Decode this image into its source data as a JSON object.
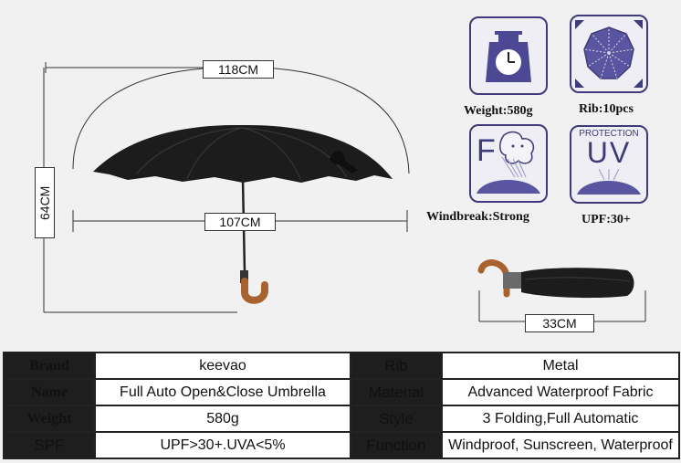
{
  "dimensions": {
    "arc_width": "118CM",
    "height": "64CM",
    "canopy_width": "107CM",
    "folded_length": "33CM"
  },
  "icons": [
    {
      "name": "weight-scale-icon",
      "label": "Weight:580g"
    },
    {
      "name": "rib-umbrella-icon",
      "label": "Rib:10pcs"
    },
    {
      "name": "windbreak-icon",
      "label": "Windbreak:Strong"
    },
    {
      "name": "uv-protection-icon",
      "label": "UPF:30+",
      "badge_top": "PROTECTION",
      "badge_main": "UV"
    }
  ],
  "specs": [
    {
      "label1": "Brand",
      "value1": "keevao",
      "label2": "Rib",
      "value2": "Metal"
    },
    {
      "label1": "Name",
      "value1": "Full Auto Open&Close Umbrella",
      "label2": "Material",
      "value2": "Advanced Waterproof Fabric"
    },
    {
      "label1": "Weight",
      "value1": "580g",
      "label2": "Style",
      "value2": "3 Folding,Full Automatic"
    },
    {
      "label1": "SPF",
      "value1": "UPF>30+.UVA<5%",
      "label2": "Function",
      "value2": "Windproof, Sunscreen, Waterproof"
    }
  ],
  "colors": {
    "icon_border": "#3f3a78",
    "icon_fill": "#5a55a0",
    "canopy": "#1e1e1e",
    "handle": "#b06a3a"
  }
}
